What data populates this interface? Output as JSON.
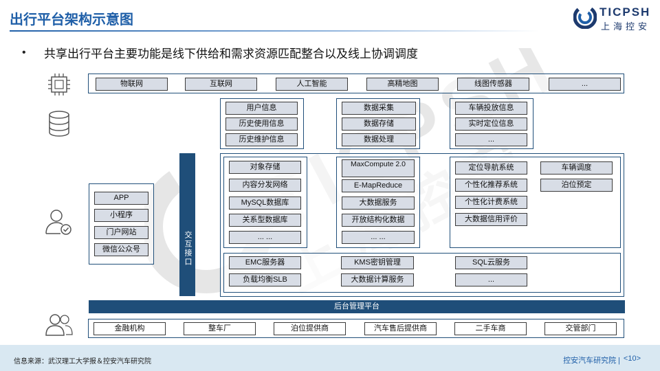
{
  "header": {
    "title": "出行平台架构示意图",
    "logo_brand": "TICPSH",
    "logo_sub": "上海控安"
  },
  "bullet": "共享出行平台主要功能是线下供给和需求资源匹配整合以及线上协调调度",
  "watermark": {
    "brand": "TICPSH",
    "sub": "上海控安"
  },
  "icons": [
    "cpu-chip-icon",
    "database-icon",
    "user-check-icon",
    "users-icon"
  ],
  "infrastructure": [
    "物联网",
    "互联网",
    "人工智能",
    "高精地图",
    "线图传感器",
    "..."
  ],
  "data_layer": {
    "col1": [
      "用户信息",
      "历史使用信息",
      "历史维护信息"
    ],
    "col2": [
      "数据采集",
      "数据存储",
      "数据处理"
    ],
    "col3": [
      "车辆投放信息",
      "实时定位信息",
      "..."
    ]
  },
  "service_layer": {
    "col1": [
      "对象存储",
      "内容分发网络",
      "MySQL数据库",
      "关系型数据库",
      "... ..."
    ],
    "col2": [
      "MaxCompute 2.0",
      "E-MapReduce",
      "大数据服务",
      "开放结构化数据",
      "... ..."
    ],
    "col3a": [
      "定位导航系统",
      "个性化推荐系统",
      "个性化计费系统",
      "大数据信用评价"
    ],
    "col3b": [
      "车辆调度",
      "泊位预定"
    ]
  },
  "cloud_services": {
    "col1": [
      "EMC服务器",
      "负载均衡SLB"
    ],
    "col2": [
      "KMS密钥管理",
      "大数据计算服务"
    ],
    "col3": [
      "SQL云服务",
      "..."
    ]
  },
  "clients": [
    "APP",
    "小程序",
    "门户网站",
    "微信公众号"
  ],
  "interface_label": "交互接口",
  "backend_label": "后台管理平台",
  "participants": [
    "金融机构",
    "整车厂",
    "泊位提供商",
    "汽车售后提供商",
    "二手车商",
    "交管部门"
  ],
  "footer": {
    "source": "信息来源：武汉理工大学报＆控安汽车研究院",
    "institute": "控安汽车研究院 |",
    "page": "<10>"
  }
}
